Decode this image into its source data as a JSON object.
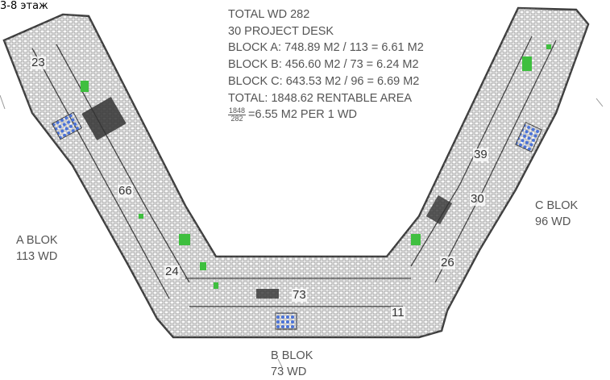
{
  "floor_label": "3-8 этаж",
  "stats": {
    "total_wd": "TOTAL WD 282",
    "project_desk": "30 PROJECT DESK",
    "block_a": "BLOCK A: 748.89 M2 / 113 = 6.61 M2",
    "block_b": "BLOCK B: 456.60 M2 / 73 = 6.24 M2",
    "block_c": "BLOCK C: 643.53 M2 / 96 = 6.69 M2",
    "total_area": "TOTAL: 1848.62 RENTABLE AREA",
    "ratio_numerator": "1848",
    "ratio_denominator": "282",
    "ratio_text": "=6.55 M2 PER 1 WD"
  },
  "blocks": {
    "a": {
      "name": "A BLOK",
      "wd": "113 WD"
    },
    "b": {
      "name": "B BLOK",
      "wd": "73 WD"
    },
    "c": {
      "name": "C BLOK",
      "wd": "96 WD"
    }
  },
  "area_numbers": {
    "n23": "23",
    "n66": "66",
    "n24": "24",
    "n73": "73",
    "n11": "11",
    "n26": "26",
    "n30": "30",
    "n39": "39"
  },
  "colors": {
    "wall": "#444444",
    "desk": "#777777",
    "meeting_blue": "#4a72d8",
    "accent_green": "#3fbf3f",
    "text": "#555555"
  }
}
